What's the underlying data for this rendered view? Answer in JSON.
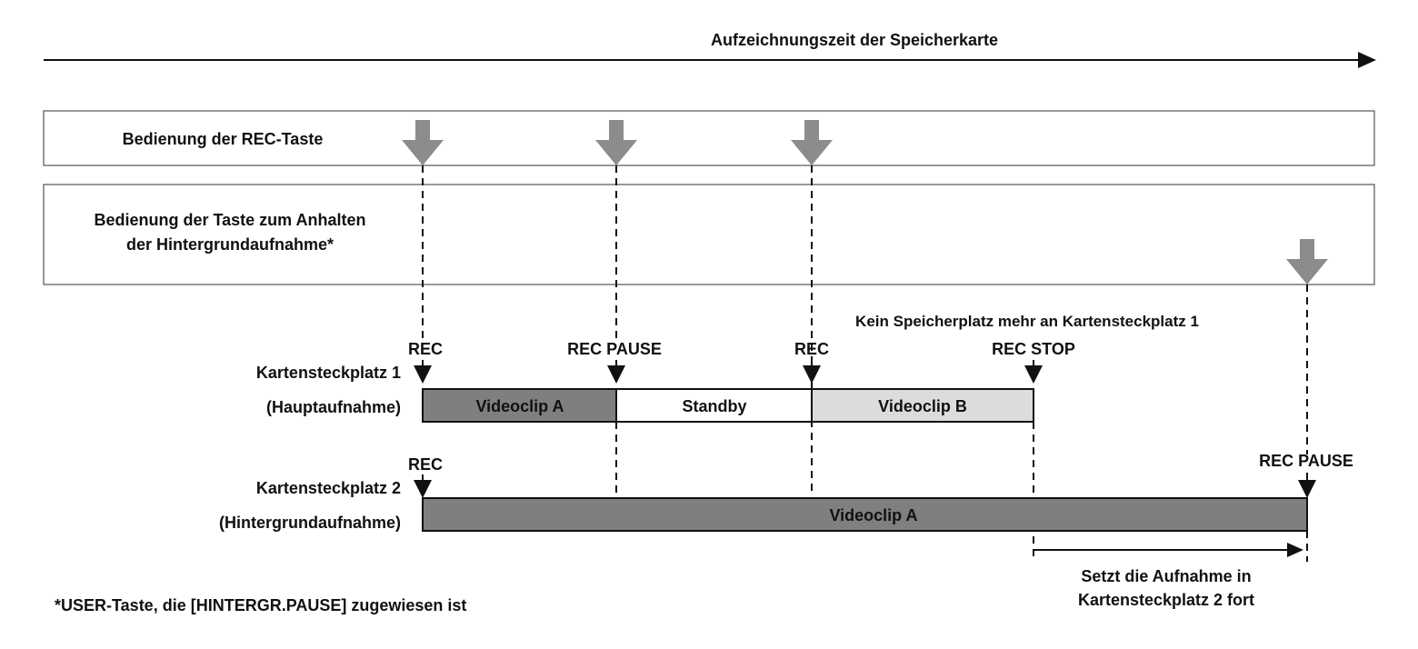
{
  "title": "Aufzeichnungszeit der Speicherkarte",
  "panels": {
    "rec_button": "Bedienung der REC-Taste",
    "bg_pause_line1": "Bedienung der Taste zum Anhalten",
    "bg_pause_line2": "der Hintergrundaufnahme*"
  },
  "slot1": {
    "label_line1": "Kartensteckplatz 1",
    "label_line2": "(Hauptaufnahme)",
    "markers": {
      "rec_1": "REC",
      "rec_pause": "REC PAUSE",
      "rec_2": "REC",
      "rec_stop": "REC STOP"
    },
    "note_no_space": "Kein Speicherplatz mehr an Kartensteckplatz 1",
    "segments": {
      "clip_a": "Videoclip A",
      "standby": "Standby",
      "clip_b": "Videoclip B"
    }
  },
  "slot2": {
    "label_line1": "Kartensteckplatz 2",
    "label_line2": "(Hintergrundaufnahme)",
    "markers": {
      "rec": "REC",
      "rec_pause": "REC PAUSE"
    },
    "segments": {
      "clip_a": "Videoclip A"
    },
    "continue_line1": "Setzt die Aufnahme in",
    "continue_line2": "Kartensteckplatz 2 fort"
  },
  "footnote": "*USER-Taste, die [HINTERGR.PAUSE] zugewiesen ist",
  "colors": {
    "clip_dark": "#7f7f7f",
    "clip_light": "#dcdcdc",
    "down_arrow": "#8c8c8c",
    "line": "#111111"
  }
}
